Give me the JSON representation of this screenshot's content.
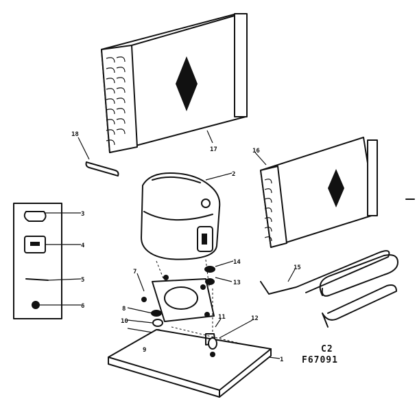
{
  "caption": {
    "code": "C2",
    "number": "F67091"
  },
  "labels": {
    "l1": "1",
    "l2": "2",
    "l3": "3",
    "l4": "4",
    "l5": "5",
    "l6": "6",
    "l7": "7",
    "l8": "8",
    "l9": "9",
    "l10": "10",
    "l11": "11",
    "l12": "12",
    "l13": "13",
    "l14": "14",
    "l15": "15",
    "l16": "16",
    "l17": "17",
    "l18": "18"
  }
}
